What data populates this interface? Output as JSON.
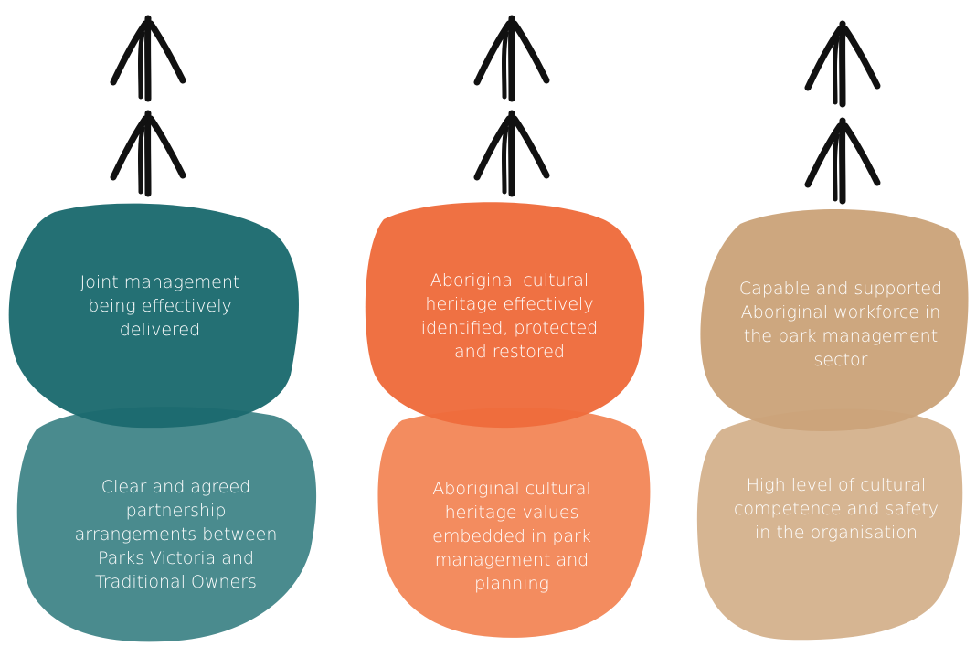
{
  "columns": [
    {
      "top_text": "Joint management\nbeing effectively\ndelivered",
      "bottom_text": "Clear and agreed\npartnership\narrangements between\nParks Victoria and\nTraditional Owners",
      "top_color": "#1b6a6e",
      "bottom_color": "#4a8b8e"
    },
    {
      "top_text": "Aboriginal cultural\nheritage effectively\nidentified, protected\nand restored",
      "bottom_text": "Aboriginal cultural\nheritage values\nembedded in park\nmanagement and\nplanning",
      "top_color": "#ee6b3b",
      "bottom_color": "#f38c5f"
    },
    {
      "top_text": "Capable and supported\nAboriginal workforce in\nthe park management\nsector",
      "bottom_text": "High level of cultural\ncompetence and safety\nin the organisation",
      "top_color": "#cba37a",
      "bottom_color": "#d6b592"
    }
  ],
  "arrow_icon": "double-arrow-up-icon",
  "arrow_color": "#111111"
}
